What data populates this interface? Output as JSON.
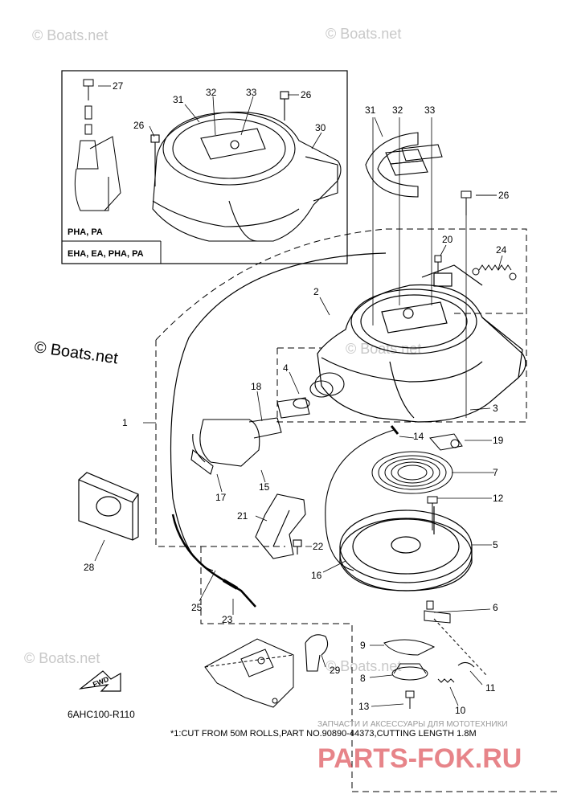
{
  "watermarks": {
    "top_left": "© Boats.net",
    "top_right": "© Boats.net",
    "left_large": "© Boats.net",
    "bottom_left": "© Boats.net",
    "bottom_center": "© Boats.net",
    "center": "© Boats.net"
  },
  "inset": {
    "models_line1": "PHA, PA",
    "models_line2": "EHA, EA, PHA, PA"
  },
  "callouts": [
    "1",
    "2",
    "3",
    "4",
    "5",
    "6",
    "7",
    "8",
    "9",
    "10",
    "11",
    "12",
    "13",
    "14",
    "15",
    "16",
    "17",
    "18",
    "19",
    "20",
    "21",
    "22",
    "23",
    "24",
    "25",
    "26",
    "27",
    "28",
    "29",
    "30",
    "31",
    "32",
    "33"
  ],
  "fwd_label": "FWD",
  "diagram_code": "6AHC100-R110",
  "footnote": "*1:CUT FROM 50M ROLLS,PART NO.90890-44373,CUTTING LENGTH 1.8M",
  "shop_banner": {
    "tagline": "ЗАПЧАСТИ И АКСЕССУАРЫ ДЛЯ МОТОТЕХНИКИ",
    "brand": "PARTS-FOK.RU",
    "accent_color": "#d4202a"
  }
}
